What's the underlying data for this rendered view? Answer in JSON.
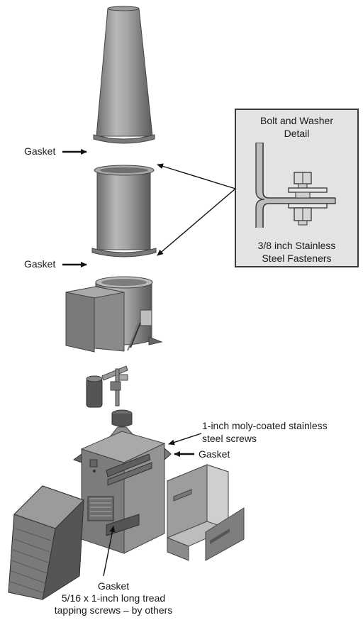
{
  "labels": {
    "gasket_upper": "Gasket",
    "gasket_lower": "Gasket",
    "gasket_base": "Gasket",
    "screws_line1": "1-inch moly-coated stainless",
    "screws_line2": "steel screws",
    "gasket_bottom": "Gasket",
    "tapping_line1": "5/16 x 1-inch long tread",
    "tapping_line2": "tapping screws – by others"
  },
  "detail": {
    "title_line1": "Bolt and Washer",
    "title_line2": "Detail",
    "caption_line1": "3/8 inch Stainless",
    "caption_line2": "Steel Fasteners"
  },
  "colors": {
    "metal_light": "#b9b9b9",
    "metal_mid": "#8e8e8e",
    "metal_dark": "#5f5f5f",
    "panel_bg": "#e3e3e3"
  }
}
